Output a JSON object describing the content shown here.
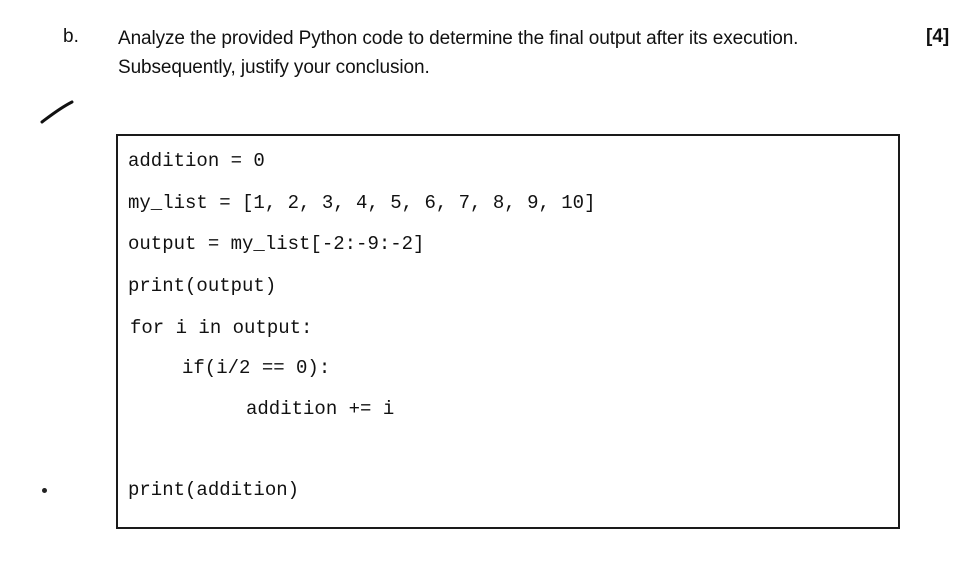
{
  "question": {
    "label": "b.",
    "line1": "Analyze the provided Python code to determine the final output after its execution.",
    "line2": "Subsequently, justify your conclusion.",
    "marks": "[4]"
  },
  "code": {
    "lines": [
      "addition = 0",
      "my_list = [1, 2, 3, 4, 5, 6, 7, 8, 9, 10]",
      "output = my_list[-2:-9:-2]",
      "print(output)",
      "for i in output:",
      "if(i/2 == 0):",
      "addition += i",
      "print(addition)"
    ]
  }
}
